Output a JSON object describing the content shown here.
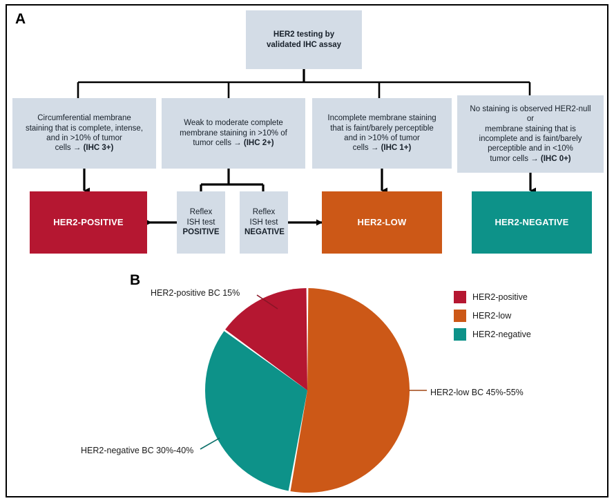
{
  "figure": {
    "panel_a_letter": "A",
    "panel_b_letter": "B"
  },
  "colors": {
    "box_fill": "#d3dce6",
    "her2_positive": "#b51731",
    "her2_low": "#cc5817",
    "her2_negative": "#0d9289",
    "connector": "#000000",
    "frame": "#000000",
    "text": "#17202a"
  },
  "flowchart": {
    "root": {
      "line1": "HER2 testing by",
      "line2": "validated IHC assay"
    },
    "criteria": [
      {
        "id": "ihc3",
        "lines": [
          "Circumferential membrane",
          "staining that is complete, intense,",
          "and in >10% of tumor"
        ],
        "tail_plain": "cells → ",
        "tail_bold": "(IHC 3+)"
      },
      {
        "id": "ihc2",
        "lines": [
          "Weak to moderate complete",
          "membrane staining in >10% of"
        ],
        "tail_plain": "tumor cells → ",
        "tail_bold": "(IHC 2+)"
      },
      {
        "id": "ihc1",
        "lines": [
          "Incomplete membrane staining",
          "that is faint/barely perceptible",
          "and in >10% of tumor"
        ],
        "tail_plain": "cells → ",
        "tail_bold": "(IHC 1+)"
      },
      {
        "id": "ihc0",
        "lines": [
          "No staining is observed HER2-null",
          "or",
          "membrane staining that is",
          "incomplete and is faint/barely",
          "perceptible and in <10%"
        ],
        "tail_plain": "tumor cells → ",
        "tail_bold": "(IHC 0+)"
      }
    ],
    "reflex": [
      {
        "id": "reflex-positive",
        "line1": "Reflex",
        "line2": "ISH test",
        "line3": "POSITIVE"
      },
      {
        "id": "reflex-negative",
        "line1": "Reflex",
        "line2": "ISH test",
        "line3": "NEGATIVE"
      }
    ],
    "results": [
      {
        "id": "her2-positive",
        "label": "HER2-POSITIVE"
      },
      {
        "id": "her2-low",
        "label": "HER2-LOW"
      },
      {
        "id": "her2-negative",
        "label": "HER2-NEGATIVE"
      }
    ]
  },
  "chart_data": {
    "type": "pie",
    "title": "",
    "labels": [
      "HER2-low",
      "HER2-negative",
      "HER2-positive"
    ],
    "values": [
      52.8,
      32.2,
      15.0
    ],
    "colors": [
      "#cc5817",
      "#0d9289",
      "#b51731"
    ],
    "start_angle_deg": 0,
    "direction": "clockwise",
    "legend_position": "right",
    "legend": [
      {
        "label": "HER2-positive",
        "color": "#b51731"
      },
      {
        "label": "HER2-low",
        "color": "#cc5817"
      },
      {
        "label": "HER2-negative",
        "color": "#0d9289"
      }
    ],
    "callout_labels": [
      {
        "id": "positive",
        "text": "HER2-positive BC 15%",
        "color": "#b51731"
      },
      {
        "id": "low",
        "text": "HER2-low BC 45%-55%",
        "color": "#cc5817"
      },
      {
        "id": "negative",
        "text": "HER2-negative BC 30%-40%",
        "color": "#0d9289"
      }
    ]
  }
}
